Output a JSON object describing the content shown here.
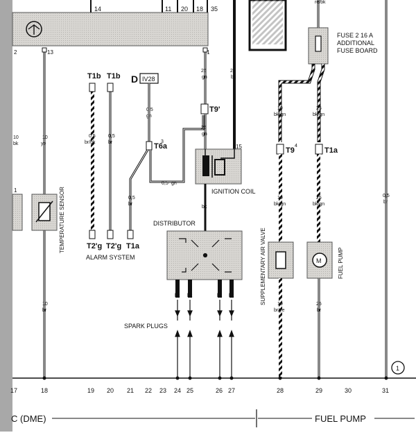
{
  "top_numbers": [
    "14",
    "11",
    "20",
    "18",
    "35"
  ],
  "top_right_label": "re/bk",
  "terminal_labels": {
    "t2": "2",
    "t13": "13",
    "t1": "1",
    "t15": "15",
    "t1_left": "1"
  },
  "fuse": {
    "line1": "FUSE 2 16 A",
    "line2": "ADDITIONAL",
    "line3": "FUSE BOARD"
  },
  "connectors": {
    "t1b_a": "T1b",
    "t1b_b": "T1b",
    "d_label": "D",
    "d_box": "IV28",
    "t9_1": "T9'",
    "t6a": "T6a",
    "t6a_sup": "3",
    "t2g_a": "T2'g",
    "t2g_b": "T2'g",
    "t1a_left": "T1a",
    "t9_4": "T9",
    "t9_4_sup": "4",
    "t1a_right": "T1a"
  },
  "wires": {
    "w18_size": "10",
    "w18_color": "ye",
    "w18b_size": "10",
    "w18b_color": "br",
    "wl_size": "10",
    "wl_color": "bk",
    "w19_size": "0,5",
    "w19_color": "br/bk",
    "w20_size": "0,5",
    "w20_color": "br",
    "w21_size": "0,5",
    "w21_color": "br",
    "wd_size": "0,5",
    "wd_color": "gn",
    "wg_size": "0,5",
    "wg_color": "gn",
    "w25_size": "25",
    "w25_color": "gn",
    "w25b_size": "25",
    "w25b_color": "gn",
    "wbk_size": "25",
    "wbk_color": "bk",
    "wcoil_out": "bk",
    "w28_size": "10",
    "w28_color": "bk/gn",
    "w28b_size": "10",
    "w28b_color": "bk/gn",
    "w28c_size": "10",
    "w28c_color": "br/ye",
    "w29_size": "25",
    "w29_color": "bk/gn",
    "w29b_size": "25",
    "w29b_color": "bk/gn",
    "w29c_size": "25",
    "w29c_color": "br",
    "w31_size": "0,5",
    "w31_color": "br"
  },
  "plug_wires": [
    "bk",
    "bk",
    "bk",
    "bk"
  ],
  "component_labels": {
    "temperature_sensor": "TEMPERATURE SENSOR",
    "alarm_system": "ALARM SYSTEM",
    "distributor": "DISTRIBUTOR",
    "ignition_coil": "IGNITION COIL",
    "spark_plugs": "SPARK PLUGS",
    "supplementary_air_valve": "SUPPLEMENTARY AIR VALVE",
    "fuel_pump": "FUEL PUMP",
    "fuel_pump_motor": "M",
    "circle_marker": "1"
  },
  "column_numbers": [
    "17",
    "18",
    "19",
    "20",
    "21",
    "22",
    "23",
    "24",
    "25",
    "26",
    "27",
    "28",
    "29",
    "30",
    "31"
  ],
  "footer": {
    "left": "C (DME)",
    "right": "FUEL PUMP"
  }
}
